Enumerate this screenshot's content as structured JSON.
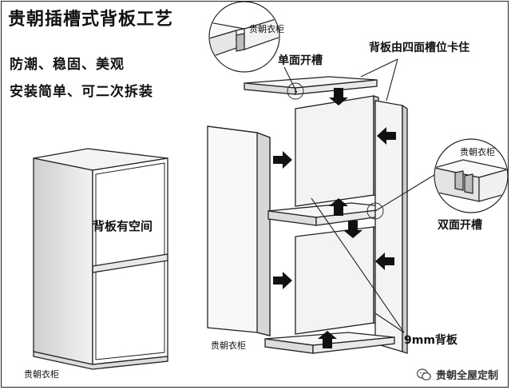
{
  "title": "贵朝插槽式背板工艺",
  "subtitle_lines": [
    "防潮、稳固、美观",
    "安装简单、可二次拆装"
  ],
  "labels": {
    "single_slot": "单面开槽",
    "four_side_slot": "背板由四面槽位卡住",
    "double_slot": "双面开槽",
    "back_space": "背板有空间",
    "panel_9mm": "9mm背板"
  },
  "brand_marks": {
    "top_detail": "贵朝衣柜",
    "right_detail": "贵朝衣柜",
    "bottom_center": "贵朝衣柜",
    "bottom_left": "贵朝衣柜"
  },
  "watermark": {
    "text": "贵朝全屋定制",
    "icon": "wechat-icon"
  }
}
